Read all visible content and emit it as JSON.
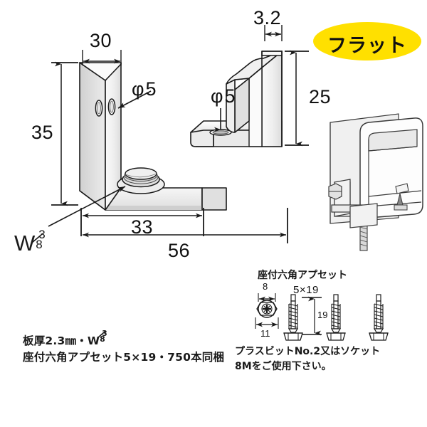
{
  "document": {
    "type": "technical-drawing",
    "title": "Flat bracket dimensional drawing",
    "background_color": "#ffffff",
    "line_color": "#1a1a1a"
  },
  "badge": {
    "label": "フラット",
    "fill_color": "#ffe000",
    "text_color": "#111111"
  },
  "dimensions": {
    "width_top": "30",
    "height_left": "35",
    "thickness_top": "3.2",
    "height_right": "25",
    "length_inner": "33",
    "length_total": "56",
    "hole_face": "φ5",
    "hole_top": "φ5",
    "thread_label_w": "W",
    "thread_num": "3",
    "thread_den": "8"
  },
  "notes": {
    "line1_prefix": "板厚2.3㎜・W",
    "line1_num": "3",
    "line1_den": "8",
    "line2": "座付六角アプセット5×19・750本同梱"
  },
  "screws": {
    "heading": "座付六角アプセット",
    "size": "5×19",
    "head_width": "8",
    "flange_width": "11",
    "length": "19",
    "instruction_line1": "プラスビットNo.2又はソケット",
    "instruction_line2": "8Mをご使用下さい。",
    "count": 4
  },
  "perspective": {
    "name": "installed-bracket-perspective"
  },
  "colors": {
    "metal_light": "#f2f2f2",
    "metal_mid": "#e2e2e2",
    "metal_dark": "#cfcfcf",
    "outline": "#1a1a1a",
    "accent_yellow": "#ffe000"
  }
}
